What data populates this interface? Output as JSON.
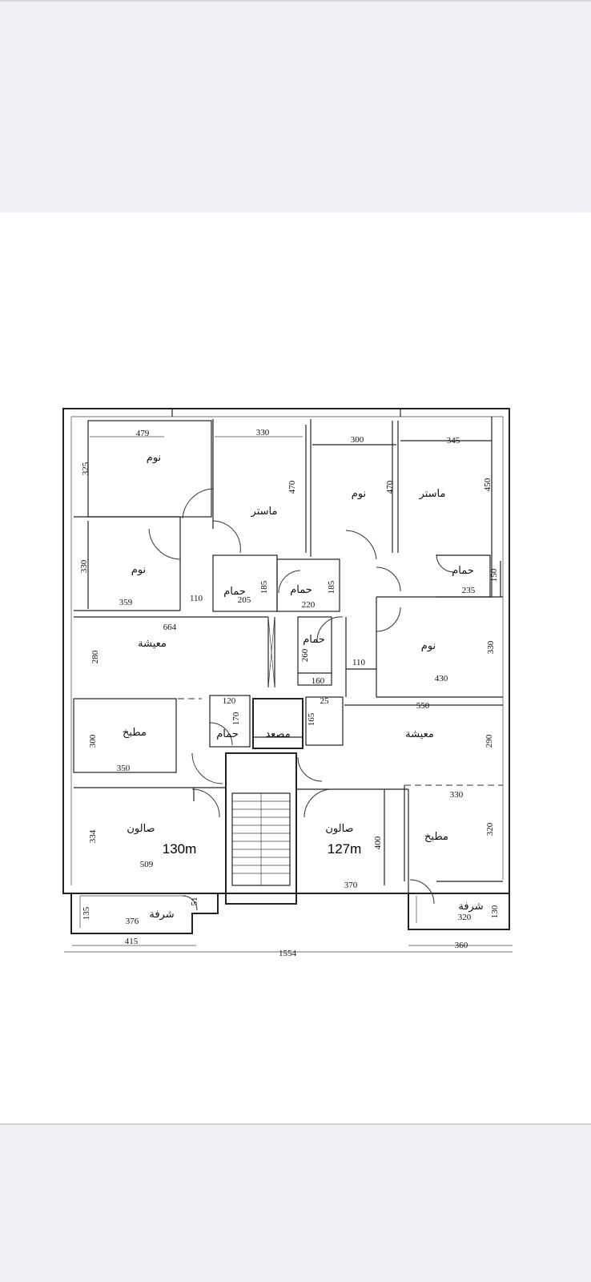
{
  "rooms": {
    "bed_1": "نوم",
    "master_1": "ماستر",
    "bed_2": "نوم",
    "master_2": "ماستر",
    "bed_3": "نوم",
    "bath_1": "حمام",
    "bath_2": "حمام",
    "bath_3": "حمام",
    "bath_4": "حمام",
    "bath_5": "حمام",
    "bed_4": "نوم",
    "living_1": "معيشة",
    "living_2": "معيشة",
    "kitchen_1": "مطبخ",
    "kitchen_2": "مطبخ",
    "elevator": "مصعد",
    "salon_1": "صالون",
    "salon_2": "صالون",
    "balcony_1": "شرفة",
    "balcony_2": "شرفة"
  },
  "areas": {
    "left": "130m",
    "right": "127m"
  },
  "dims": {
    "d479": "479",
    "d330a": "330",
    "d300a": "300",
    "d345": "345",
    "d325": "325",
    "d470a": "470",
    "d470b": "470",
    "d450": "450",
    "d330b": "330",
    "d359": "359",
    "d110a": "110",
    "d205": "205",
    "d185a": "185",
    "d220": "220",
    "d185b": "185",
    "d235": "235",
    "d150": "150",
    "d664": "664",
    "d280": "280",
    "d260": "260",
    "d110b": "110",
    "d160": "160",
    "d330c": "330",
    "d430": "430",
    "d120": "120",
    "d25": "25",
    "d550": "550",
    "d300b": "300",
    "d170": "170",
    "d165": "165",
    "d290": "290",
    "d350": "350",
    "d330d": "330",
    "d334": "334",
    "d400": "400",
    "d320a": "320",
    "d509": "509",
    "d370": "370",
    "d135": "135",
    "d51": "51",
    "d376": "376",
    "d130": "130",
    "d320b": "320",
    "d415": "415",
    "d1554": "1554",
    "d360": "360"
  }
}
